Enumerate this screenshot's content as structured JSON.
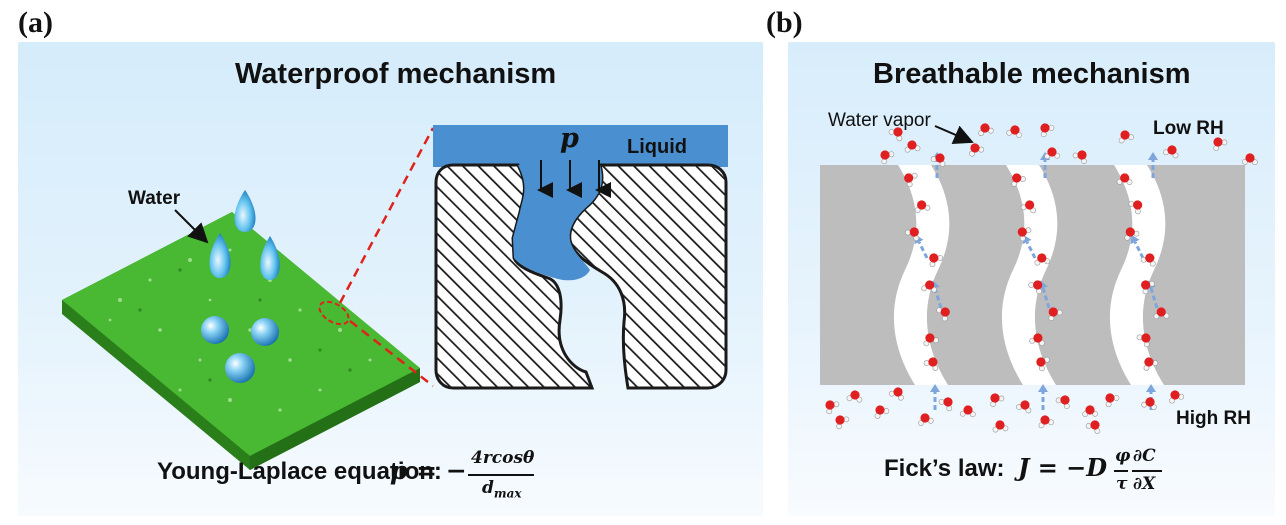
{
  "panel_a": {
    "label": "(a)",
    "title": "Waterproof mechanism",
    "water_label": "Water",
    "liquid_label": "Liquid",
    "pressure_symbol": "p",
    "equation_prefix": "Young-Laplace equation:",
    "equation_lhs": "p = −",
    "equation_numerator": "4rcosθ",
    "equation_denominator": "d",
    "equation_denominator_sub": "max"
  },
  "panel_b": {
    "label": "(b)",
    "title": "Breathable mechanism",
    "vapor_label": "Water vapor",
    "low_rh_label": "Low RH",
    "high_rh_label": "High RH",
    "equation_prefix": "Fick’s law:",
    "equation_lhs": "J = −D",
    "frac1_num": "φ",
    "frac1_den": "τ",
    "frac2_num": "∂C",
    "frac2_den": "∂X"
  },
  "colors": {
    "membrane_green": "#3fae2a",
    "liquid_blue": "#4a8fd0",
    "pore_gray": "#bdbdbd",
    "molecule_red": "#e02020",
    "arrow_blue": "#7fa6dc",
    "zoom_line": "#e0221b"
  }
}
